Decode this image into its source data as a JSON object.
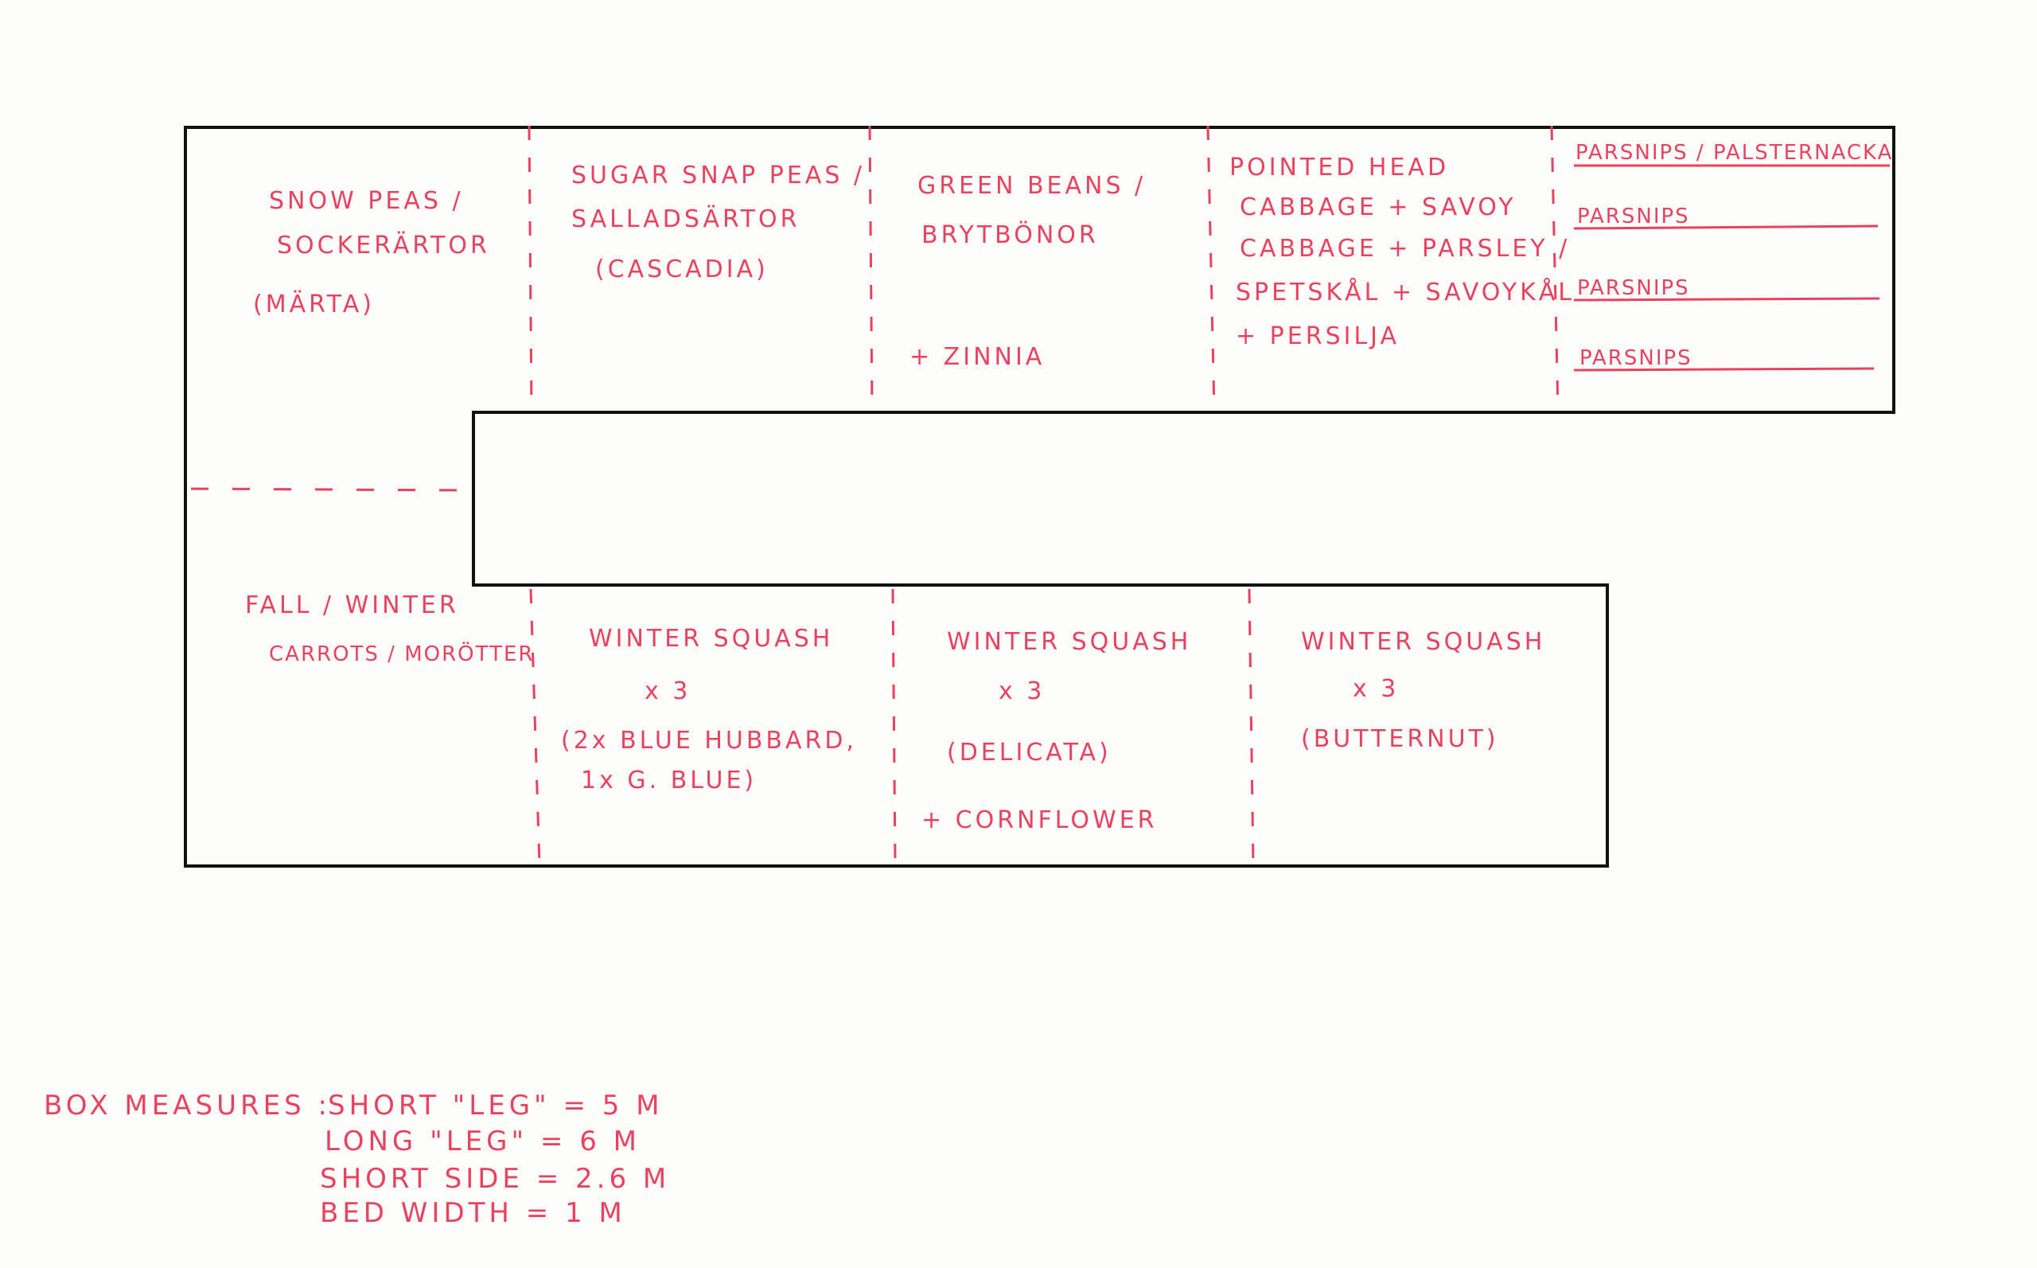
{
  "colors": {
    "ink": "#e8425e",
    "outline": "#111111",
    "paper": "#fdfdfb"
  },
  "beds": {
    "top": {
      "snow_peas": [
        "SNOW PEAS /",
        "SOCKERÄRTOR",
        "(MÄRTA)"
      ],
      "sugar_snap": [
        "SUGAR SNAP PEAS /",
        "SALLADSÄRTOR",
        "(CASCADIA)"
      ],
      "green_beans": [
        "GREEN BEANS /",
        "BRYTBÖNOR"
      ],
      "green_beans_companion": "+ ZINNIA",
      "cabbage": [
        "POINTED HEAD",
        "CABBAGE + SAVOY",
        "CABBAGE + PARSLEY /",
        "SPETSKÅL + SAVOYKÅL",
        "+ PERSILJA"
      ],
      "parsnips": [
        "PARSNIPS / PALSTERNACKA",
        "PARSNIPS",
        "PARSNIPS",
        "PARSNIPS"
      ]
    },
    "bottom": {
      "carrots": [
        "FALL / WINTER",
        "CARROTS / MORÖTTER"
      ],
      "squash_1": [
        "WINTER SQUASH",
        "x 3",
        "(2x BLUE HUBBARD,",
        "1x G. BLUE)"
      ],
      "squash_2": [
        "WINTER SQUASH",
        "x 3",
        "(DELICATA)"
      ],
      "squash_2_companion": "+ CORNFLOWER",
      "squash_3": [
        "WINTER SQUASH",
        "x 3",
        "(BUTTERNUT)"
      ]
    }
  },
  "measures": {
    "label": "BOX MEASURES :",
    "lines": [
      "SHORT \"LEG\" = 5 M",
      "LONG \"LEG\" = 6 M",
      "SHORT SIDE = 2.6 M",
      "BED WIDTH = 1 M"
    ]
  }
}
